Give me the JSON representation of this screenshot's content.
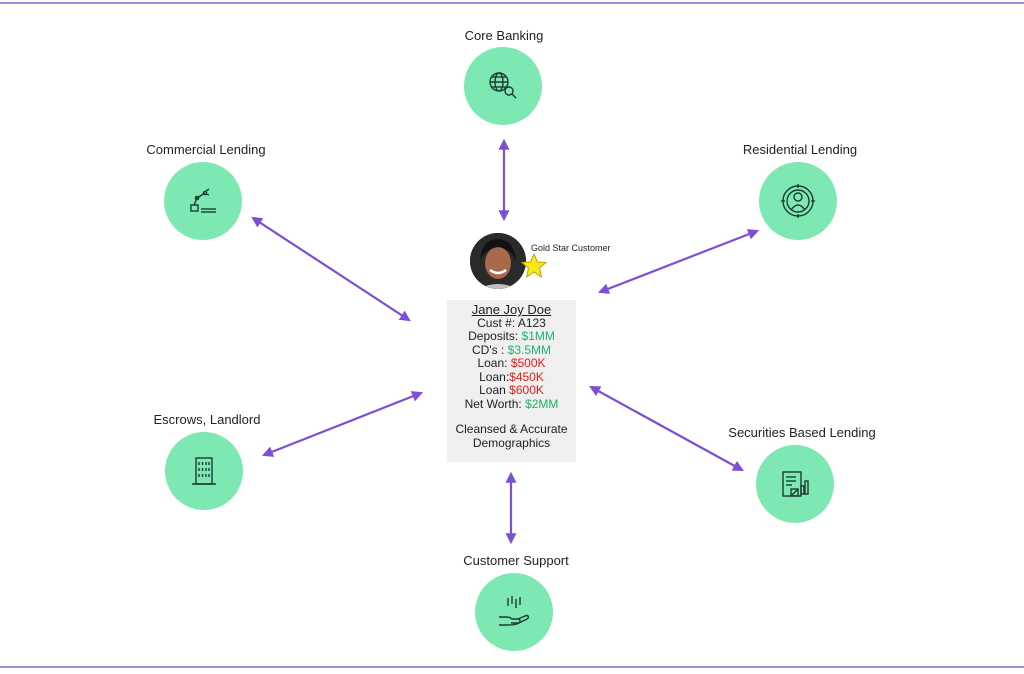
{
  "customer": {
    "name": "Jane Joy Doe",
    "badge": "Gold Star Customer",
    "cust_label": "Cust #:",
    "cust_value": "A123",
    "deposits_label": "Deposits:",
    "deposits_value": "$1MM",
    "cds_label": "CD's :",
    "cds_value": "$3.5MM",
    "loans": [
      {
        "label": "Loan:",
        "value": "$500K"
      },
      {
        "label": "Loan:",
        "value": "$450K"
      },
      {
        "label": "Loan",
        "value": "$600K"
      }
    ],
    "networth_label": "Net Worth:",
    "networth_value": "$2MM",
    "note_line1": "Cleansed & Accurate",
    "note_line2": "Demographics"
  },
  "nodes": {
    "core_banking": {
      "label": "Core Banking",
      "icon": "globe-search-icon"
    },
    "commercial_lending": {
      "label": "Commercial Lending",
      "icon": "robot-arm-icon"
    },
    "residential_lending": {
      "label": "Residential Lending",
      "icon": "person-target-icon"
    },
    "escrows_landlord": {
      "label": "Escrows, Landlord",
      "icon": "building-icon"
    },
    "securities_lending": {
      "label": "Securities Based Lending",
      "icon": "report-chart-icon"
    },
    "customer_support": {
      "label": "Customer Support",
      "icon": "hand-rain-icon"
    }
  },
  "colors": {
    "node_fill": "#7ee8b2",
    "arrow": "#7b4fd6",
    "frame": "#a78bdf",
    "positive": "#1fb26b",
    "negative": "#e0211b",
    "card_bg": "#efefef",
    "star": "#f7e61b"
  }
}
